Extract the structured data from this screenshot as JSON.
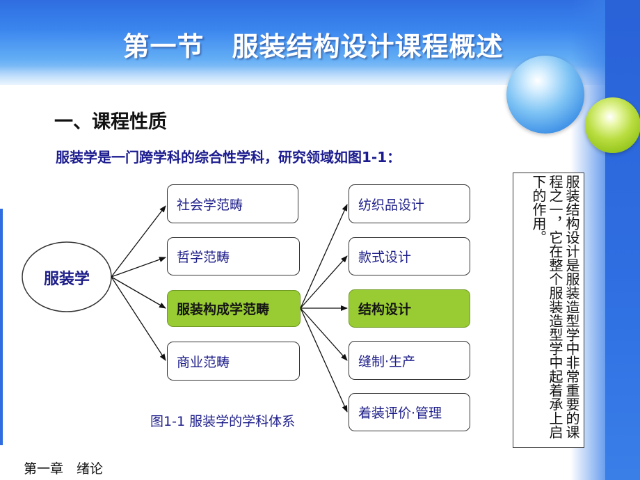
{
  "slide": {
    "title_part1": "第一节",
    "title_part2": "服装结构设计课程概述",
    "section_heading": "一、课程性质",
    "intro_text": "服装学是一门跨学科的综合性学科，研究领域如图1-1：",
    "footer": "第一章　绪论"
  },
  "diagram": {
    "root": "服装学",
    "branches": [
      "社会学范畴",
      "哲学范畴",
      "服装构成学范畴",
      "商业范畴"
    ],
    "highlighted_branch": "服装构成学范畴",
    "leaves": [
      "纺织品设计",
      "款式设计",
      "结构设计",
      "缝制·生产",
      "着装评价·管理"
    ],
    "highlighted_leaf": "结构设计",
    "caption": "图1-1 服装学的学科体系",
    "highlight_color": "#99cc33"
  },
  "side_note": "服装结构设计是服装造型学中非常重要的课程之一，它在整个服装造型学中起着承上启下的作用。",
  "colors": {
    "header_blue": "#2f6de0",
    "text_blue": "#1d1d8a",
    "green_accent": "#99cc33"
  }
}
